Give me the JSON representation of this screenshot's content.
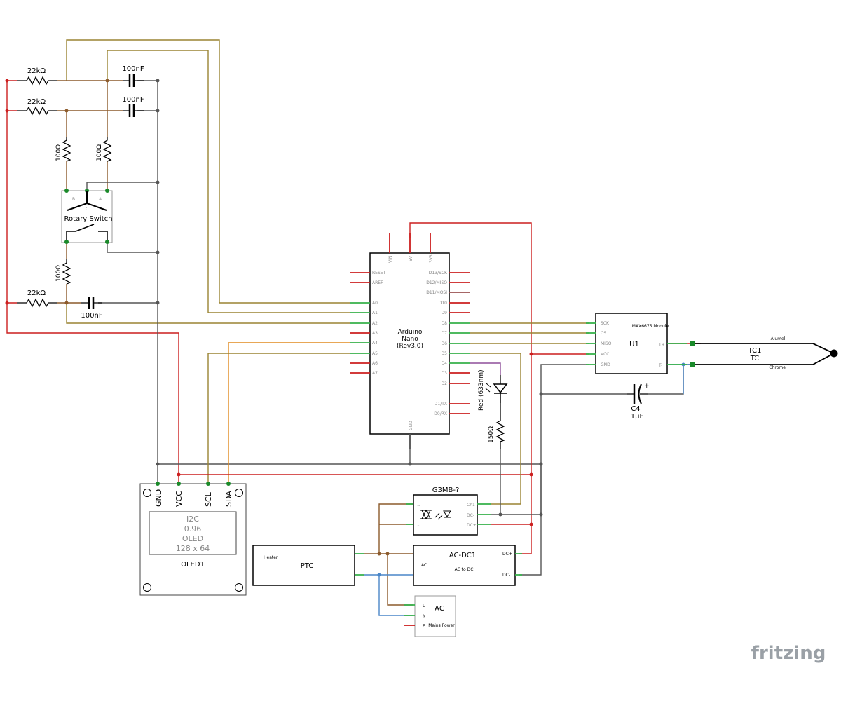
{
  "components": {
    "resistors": {
      "r_top1": "22kΩ",
      "r_top2": "22kΩ",
      "r_mid": "22kΩ",
      "r_v1": "100Ω",
      "r_v2": "100Ω",
      "r_v3": "100Ω",
      "r_led": "150Ω"
    },
    "capacitors": {
      "c1": "100nF",
      "c2": "100nF",
      "c3": "100nF",
      "c4_name": "C4",
      "c4_value": "1µF"
    },
    "rotary": {
      "label": "Rotary Switch",
      "pin_b": "B",
      "pin_c": "C",
      "pin_a": "A"
    },
    "arduino": {
      "line1": "Arduino",
      "line2": "Nano",
      "line3": "(Rev3.0)",
      "top_pins": [
        "VIN",
        "5V",
        "3V3"
      ],
      "left_pins": [
        "RESET",
        "AREF",
        "A0",
        "A1",
        "A2",
        "A3",
        "A4",
        "A5",
        "A6",
        "A7"
      ],
      "right_pins": [
        "D13/SCK",
        "D12/MISO",
        "D11/MOSI",
        "D10",
        "D9",
        "D8",
        "D7",
        "D6",
        "D5",
        "D4",
        "D3",
        "D2",
        "D1/TX",
        "D0/RX"
      ],
      "bottom_pin": "GND"
    },
    "max6675": {
      "title": "MAX6675 Module",
      "ref": "U1",
      "pins": [
        "SCK",
        "CS",
        "MISO",
        "VCC",
        "GND"
      ],
      "tplus": "T+",
      "tminus": "T-"
    },
    "thermocouple": {
      "ref": "TC1",
      "type": "TC",
      "alumel": "Alumel",
      "chromel": "Chromel"
    },
    "led": {
      "label": "Red (633nm)"
    },
    "oled": {
      "pins": [
        "GND",
        "VCC",
        "SCL",
        "SDA"
      ],
      "line1": "I2C",
      "line2": "0.96",
      "line3": "OLED",
      "line4": "128 x 64",
      "ref": "OLED1"
    },
    "ssr": {
      "title": "G3MB-?",
      "pin_ch1": "Ch1",
      "pin_dcm": "DC-",
      "pin_dcp": "DC+",
      "tilde1": "~",
      "tilde2": "~"
    },
    "heater": {
      "small": "Heater",
      "name": "PTC"
    },
    "acdc": {
      "title": "AC-DC1",
      "sub": "AC to DC",
      "pin_ac": "AC",
      "pin_dcp": "DC+",
      "pin_dcm": "DC-"
    },
    "mains": {
      "title": "AC",
      "sub": "Mains Power",
      "pins": [
        "L",
        "N",
        "E"
      ]
    }
  },
  "brand": "fritzing",
  "colors": {
    "red": "#cc1f1f",
    "brown": "#8c5a2b",
    "olive": "#9a8432",
    "orange": "#e08a1e",
    "blue": "#4a86c8",
    "gray": "#555555",
    "purple": "#8e4f9a",
    "pin_green": "#36b14a"
  }
}
